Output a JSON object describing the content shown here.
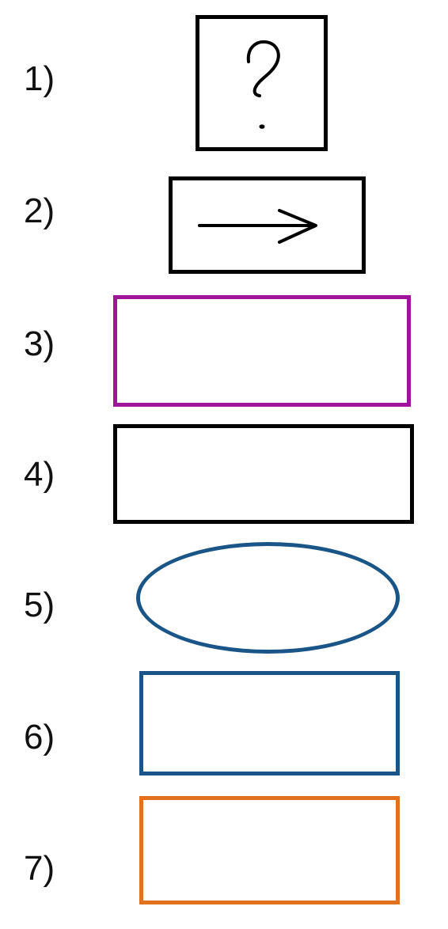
{
  "items": [
    {
      "label": "1)",
      "shape": "square",
      "content": "question-mark"
    },
    {
      "label": "2)",
      "shape": "rectangle",
      "content": "right-arrow"
    },
    {
      "label": "3)",
      "shape": "rectangle",
      "color": "#a0149a"
    },
    {
      "label": "4)",
      "shape": "rectangle",
      "color": "#000000"
    },
    {
      "label": "5)",
      "shape": "ellipse",
      "color": "#1a5587"
    },
    {
      "label": "6)",
      "shape": "rectangle",
      "color": "#1a5587"
    },
    {
      "label": "7)",
      "shape": "rectangle",
      "color": "#e1701f"
    }
  ]
}
